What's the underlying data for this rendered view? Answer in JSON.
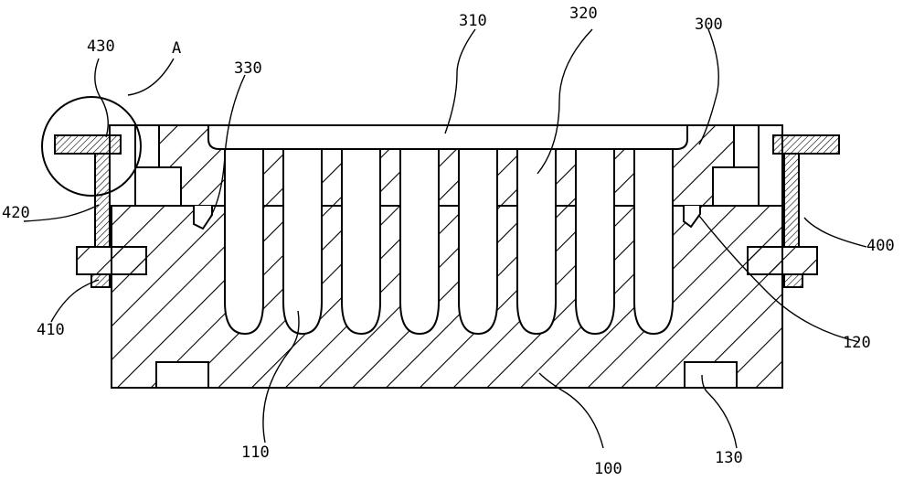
{
  "figure": {
    "labels": {
      "l310": "310",
      "l320": "320",
      "l300": "300",
      "l430": "430",
      "lA": "A",
      "l330": "330",
      "l420": "420",
      "l400": "400",
      "l410": "410",
      "l120": "120",
      "l110": "110",
      "l100": "100",
      "l130": "130"
    }
  }
}
